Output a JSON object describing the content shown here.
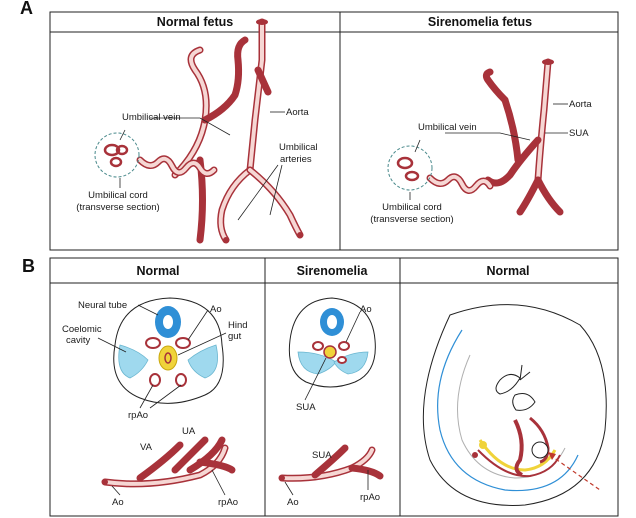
{
  "panel_a": {
    "letter": "A",
    "left_title": "Normal fetus",
    "right_title": "Sirenomelia fetus",
    "left_labels": {
      "umbilical_vein": "Umbilical vein",
      "aorta": "Aorta",
      "umbilical_arteries_1": "Umbilical",
      "umbilical_arteries_2": "arteries",
      "cord_1": "Umbilical cord",
      "cord_2": "(transverse section)"
    },
    "right_labels": {
      "umbilical_vein": "Umbilical vein",
      "aorta": "Aorta",
      "sua": "SUA",
      "cord_1": "Umbilical cord",
      "cord_2": "(transverse section)"
    }
  },
  "panel_b": {
    "letter": "B",
    "col1_title": "Normal",
    "col2_title": "Sirenomelia",
    "col3_title": "Normal",
    "col1_labels": {
      "neural_tube": "Neural tube",
      "ao": "Ao",
      "coelomic_1": "Coelomic",
      "coelomic_2": "cavity",
      "hind_1": "Hind",
      "hind_2": "gut",
      "rpao": "rpAo",
      "va": "VA",
      "ua": "UA",
      "ao_bottom": "Ao",
      "rpao_bottom": "rpAo"
    },
    "col2_labels": {
      "ao": "Ao",
      "sua": "SUA",
      "sua_bottom": "SUA",
      "ao_bottom": "Ao",
      "rpao_bottom": "rpAo"
    }
  },
  "colors": {
    "vessel": "#a8323a",
    "vessel_lumen": "#f6d7d4",
    "neural_tube": "#2f8fd6",
    "coelom": "#9fd9ee",
    "hindgut": "#f0d33a"
  }
}
